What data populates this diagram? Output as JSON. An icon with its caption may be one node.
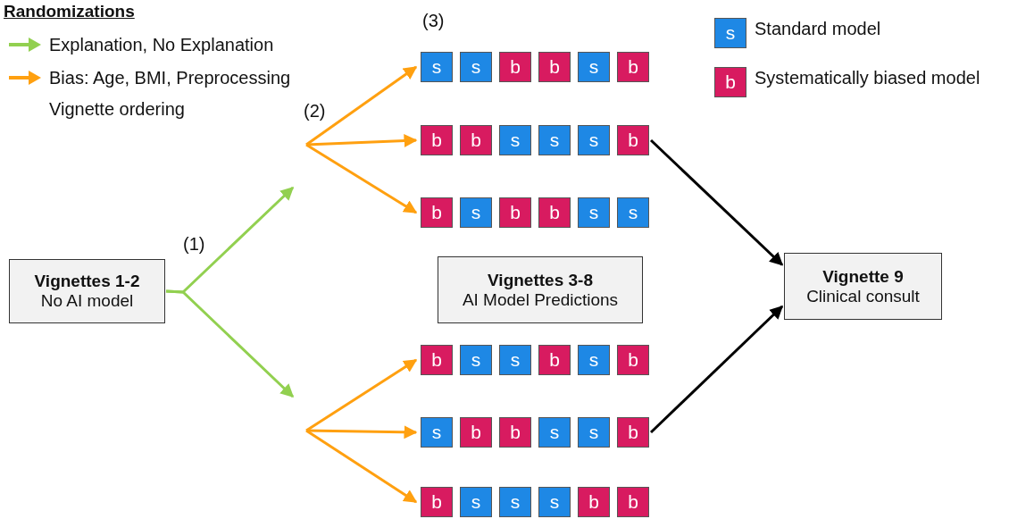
{
  "diagram": {
    "title": "Randomizations",
    "nodes": [
      {
        "text": [
          "s"
        ]
      },
      {
        "text": [
          "s"
        ]
      },
      {
        "text": [
          "b"
        ]
      },
      {
        "text": [
          "b"
        ]
      },
      {
        "text": [
          "s"
        ]
      },
      {
        "text": [
          "b"
        ]
      },
      {
        "text": [
          "b"
        ]
      },
      {
        "text": [
          "b"
        ]
      },
      {
        "text": [
          "s"
        ]
      },
      {
        "text": [
          "s"
        ]
      },
      {
        "text": [
          "s"
        ]
      },
      {
        "text": [
          "b"
        ]
      },
      {
        "text": [
          "b"
        ]
      },
      {
        "text": [
          "s"
        ]
      },
      {
        "text": [
          "b"
        ]
      },
      {
        "text": [
          "b"
        ]
      },
      {
        "text": [
          "s"
        ]
      },
      {
        "text": [
          "s"
        ]
      },
      {
        "text": [
          "Vignettes 1-2",
          "No AI model"
        ]
      },
      {
        "text": [
          "Vignettes 3-8",
          "AI Model Predictions"
        ]
      },
      {
        "text": [
          "Vignette 9",
          "Clinical consult"
        ]
      },
      {
        "text": [
          "b"
        ]
      },
      {
        "text": [
          "s"
        ]
      },
      {
        "text": [
          "s"
        ]
      },
      {
        "text": [
          "b"
        ]
      },
      {
        "text": [
          "s"
        ]
      },
      {
        "text": [
          "b"
        ]
      },
      {
        "text": [
          "s"
        ]
      },
      {
        "text": [
          "b"
        ]
      },
      {
        "text": [
          "b"
        ]
      },
      {
        "text": [
          "s"
        ]
      },
      {
        "text": [
          "s"
        ]
      },
      {
        "text": [
          "b"
        ]
      },
      {
        "text": [
          "b"
        ]
      },
      {
        "text": [
          "s"
        ]
      },
      {
        "text": [
          "s"
        ]
      },
      {
        "text": [
          "s"
        ]
      },
      {
        "text": [
          "b"
        ]
      },
      {
        "text": [
          "b"
        ]
      }
    ],
    "edges": [
      {
        "from": 18,
        "to": null,
        "arrow": "to",
        "color": "#92d050"
      },
      {
        "from": 18,
        "to": null,
        "arrow": "to",
        "color": "#92d050"
      },
      {
        "from": null,
        "to": 0,
        "arrow": "to"
      },
      {
        "from": null,
        "to": 6,
        "arrow": "to"
      },
      {
        "from": null,
        "to": 12,
        "arrow": "to"
      },
      {
        "from": null,
        "to": 21,
        "arrow": "to"
      },
      {
        "from": null,
        "to": 27,
        "arrow": "to"
      },
      {
        "from": null,
        "to": 33,
        "arrow": "to"
      },
      {
        "from": 11,
        "to": 20,
        "arrow": "to",
        "color": "#000000"
      },
      {
        "from": 32,
        "to": 20,
        "arrow": "to",
        "color": "#000000"
      }
    ],
    "labels": [
      "(3)",
      "s",
      "b",
      "(2)",
      "(1)"
    ],
    "legend": [
      {
        "text": "Explanation, No Explanation"
      },
      {
        "text": "Bias: Age, BMI, Preprocessing"
      },
      {
        "text": "Vignette ordering"
      },
      {
        "text": "Standard model",
        "color": "#1e88e5"
      },
      {
        "text": "Systematically biased model",
        "color": "#d81b60"
      }
    ]
  }
}
